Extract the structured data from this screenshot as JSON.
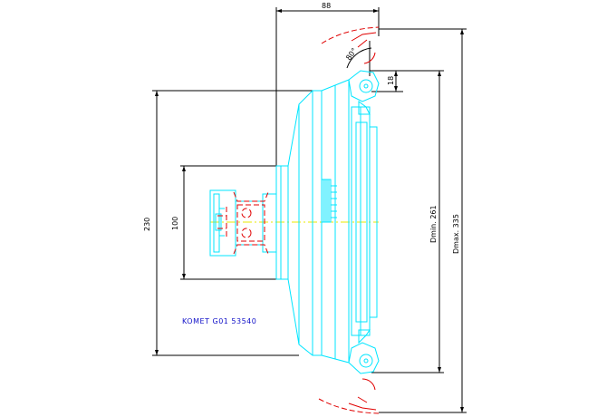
{
  "drawing": {
    "product_label": "KOMET G01 53540",
    "dimensions": {
      "width_top": "88",
      "height_18": "18",
      "angle": "80°",
      "height_230": "230",
      "height_100": "100",
      "dmin": "Dmin. 261",
      "dmax": "Dmax. 335"
    }
  },
  "colors": {
    "outline": "#00e5ff",
    "hidden": "#e00000",
    "centerline": "#e8e800",
    "dimension": "#000000",
    "label": "#1010c8"
  }
}
